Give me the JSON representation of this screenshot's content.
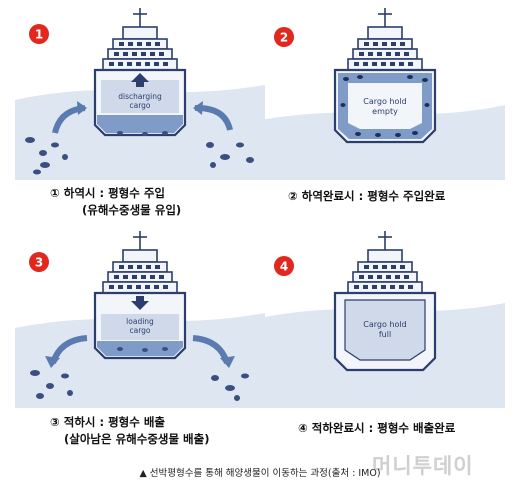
{
  "panels": [
    {
      "badge": "1",
      "ship_label_1": "discharging",
      "ship_label_2": "cargo",
      "caption_1": "① 하역시 : 평형수 주입",
      "caption_2": "(유해수중생물 유입)"
    },
    {
      "badge": "2",
      "ship_label_1": "Cargo hold",
      "ship_label_2": "empty",
      "caption_1": "② 하역완료시 : 평형수 주입완료",
      "caption_2": ""
    },
    {
      "badge": "3",
      "ship_label_1": "loading",
      "ship_label_2": "cargo",
      "caption_1": "③ 적하시 : 평형수 배출",
      "caption_2": "(살아남은 유해수중생물 배출)"
    },
    {
      "badge": "4",
      "ship_label_1": "Cargo hold",
      "ship_label_2": "full",
      "caption_1": "④ 적하완료시 : 평형수 배출완료",
      "caption_2": ""
    }
  ],
  "footer": "▲ 선박평형수를 통해 해양생물이 이동하는 과정(출처 : IMO)",
  "watermark": "머니투데이",
  "colors": {
    "badge": "#e0281e",
    "ship_stroke": "#2c3e6b",
    "ship_fill": "#f2f5fa",
    "ballast": "#7f9cc9",
    "cargo": "#cfd9ea",
    "sea": "#dde6f1",
    "creature": "#3a4f80"
  }
}
